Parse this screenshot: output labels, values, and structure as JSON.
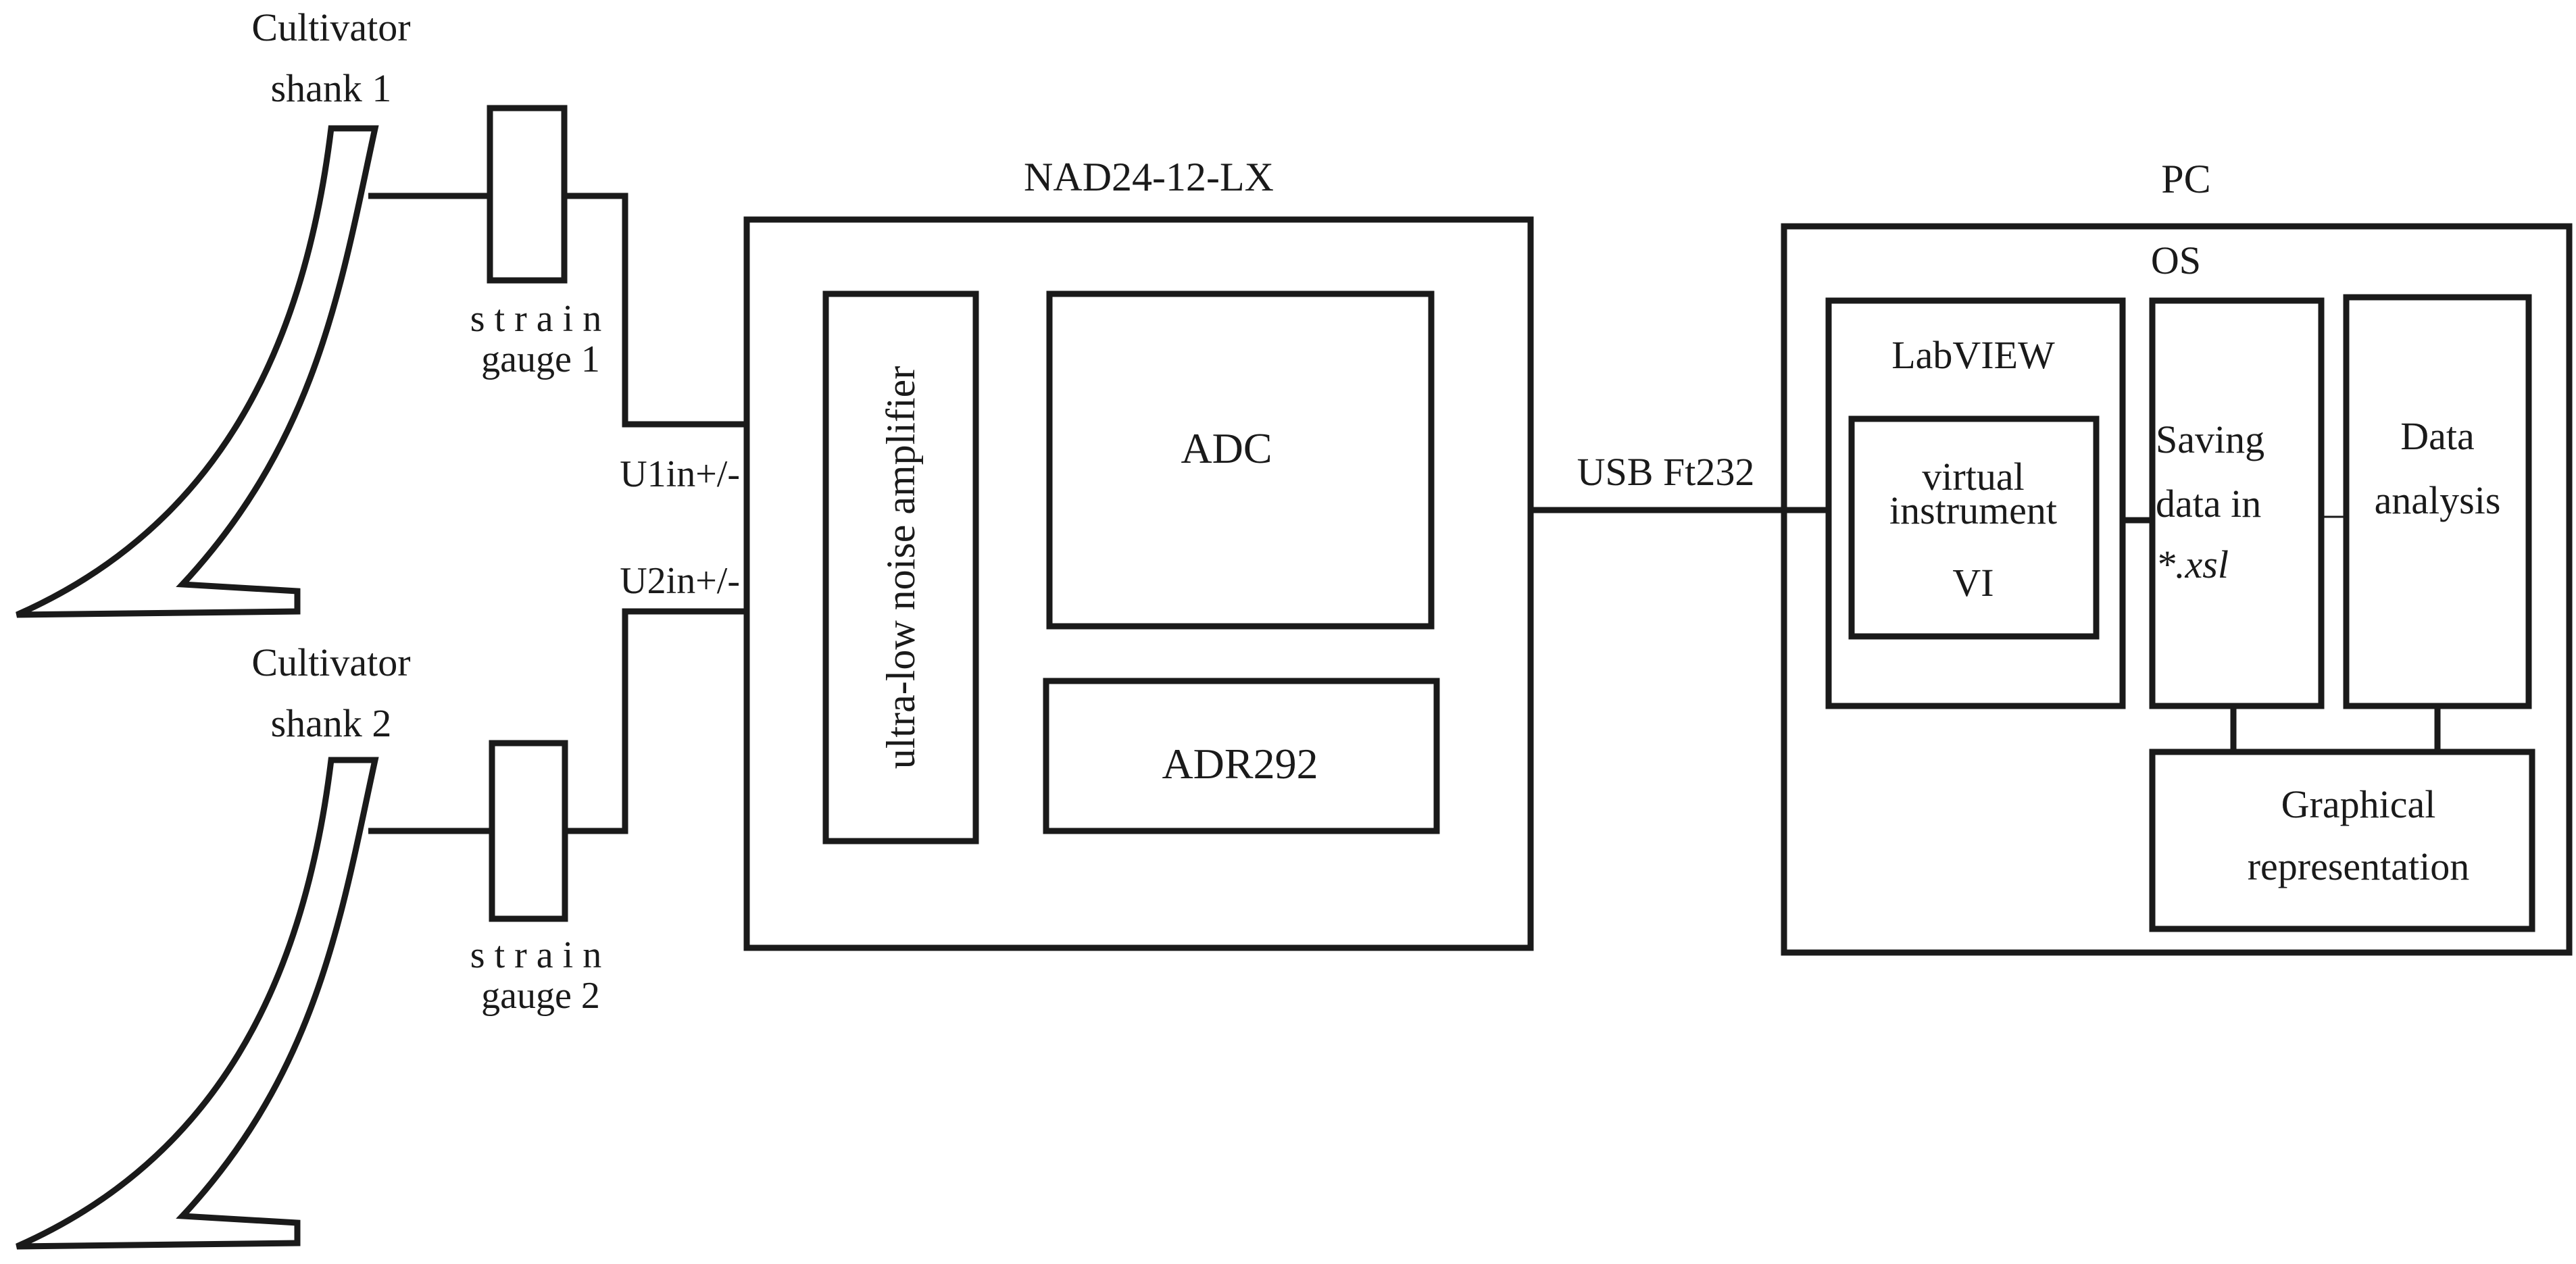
{
  "shank1": {
    "title_line1": "Cultivator",
    "title_line2": "shank 1"
  },
  "shank2": {
    "title_line1": "Cultivator",
    "title_line2": "shank 2"
  },
  "gauge1": {
    "line1": "strain",
    "line2": "gauge 1"
  },
  "gauge2": {
    "line1": "strain",
    "line2": "gauge 2"
  },
  "inputs": {
    "u1": "U1in+/-",
    "u2": "U2in+/-"
  },
  "nad": {
    "title": "NAD24-12-LX",
    "amplifier": "ultra-low noise amplifier",
    "adc": "ADC",
    "adr": "ADR292"
  },
  "link": {
    "label": "USB Ft232"
  },
  "pc": {
    "title": "PC",
    "os": "OS",
    "labview": "LabVIEW",
    "vi_line1": "virtual",
    "vi_line2": "instrument",
    "vi_line3": "VI",
    "saving_line1": "Saving",
    "saving_line2": "data in",
    "saving_line3": "*.xsl",
    "analysis_line1": "Data",
    "analysis_line2": "analysis",
    "graph_line1": "Graphical",
    "graph_line2": "representation"
  }
}
